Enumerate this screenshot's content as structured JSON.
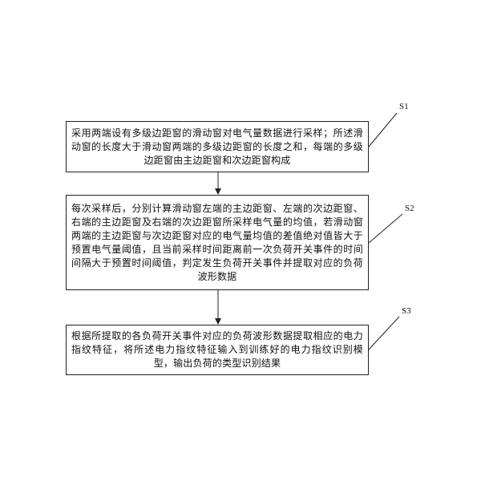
{
  "steps": [
    {
      "id": "S1",
      "text": "采用两端设有多级边距窗的滑动窗对电气量数据进行采样；所述滑动窗的长度大于滑动窗两端的多级边距窗的长度之和，每端的多级边距窗由主边距窗和次边距窗构成"
    },
    {
      "id": "S2",
      "text": "每次采样后，分别计算滑动窗左端的主边距窗、左端的次边距窗、右端的主边距窗及右端的次边距窗所采样电气量的均值，若滑动窗两端的主边距窗与次边距窗对应的电气量均值的差值绝对值皆大于预置电气量阈值，且当前采样时间距离前一次负荷开关事件的时间间隔大于预置时间阈值，判定发生负荷开关事件并提取对应的负荷波形数据"
    },
    {
      "id": "S3",
      "text": "根据所提取的各负荷开关事件对应的负荷波形数据提取相应的电力指纹特征，将所述电力指纹特征输入到训练好的电力指纹识别模型，输出负荷的类型识别结果"
    }
  ]
}
